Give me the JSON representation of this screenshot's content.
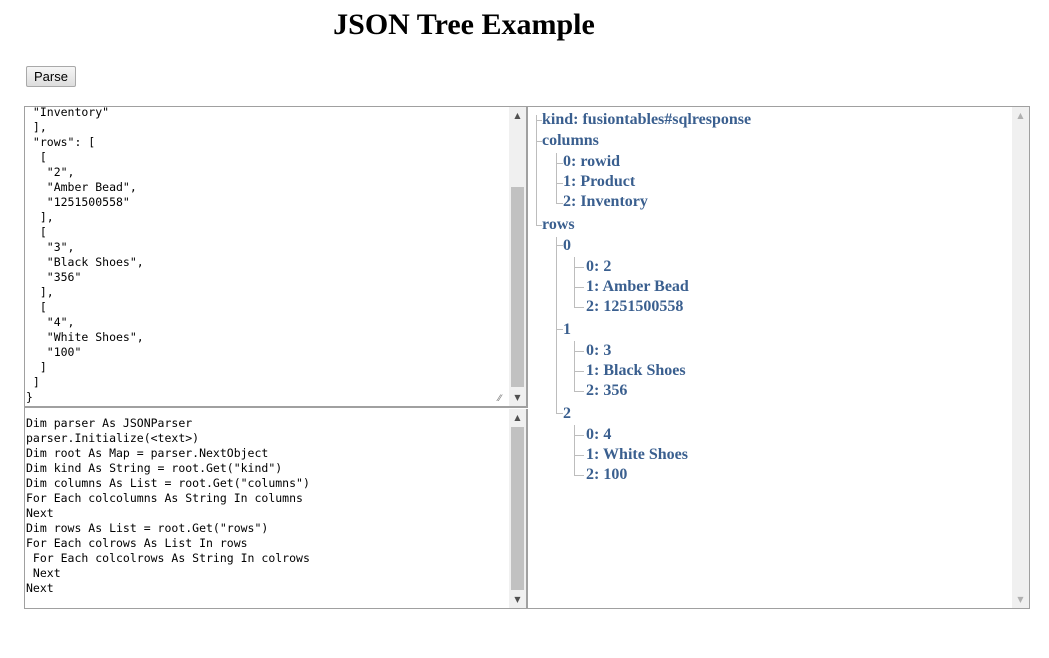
{
  "page": {
    "title": "JSON Tree Example",
    "parse_button": "Parse"
  },
  "json_input": {
    "text": " \"Inventory\"\n ],\n \"rows\": [\n  [\n   \"2\",\n   \"Amber Bead\",\n   \"1251500558\"\n  ],\n  [\n   \"3\",\n   \"Black Shoes\",\n   \"356\"\n  ],\n  [\n   \"4\",\n   \"White Shoes\",\n   \"100\"\n  ]\n ]\n}"
  },
  "code_output": {
    "text": "Dim parser As JSONParser\nparser.Initialize(<text>)\nDim root As Map = parser.NextObject\nDim kind As String = root.Get(\"kind\")\nDim columns As List = root.Get(\"columns\")\nFor Each colcolumns As String In columns\nNext\nDim rows As List = root.Get(\"rows\")\nFor Each colrows As List In rows\n For Each colcolrows As String In colrows\n Next\nNext"
  },
  "tree": {
    "kind": "kind: fusiontables#sqlresponse",
    "columns": "columns",
    "col_0": "0: rowid",
    "col_1": "1: Product",
    "col_2": "2: Inventory",
    "rows": "rows",
    "row0": "0",
    "row0_0": "0: 2",
    "row0_1": "1: Amber Bead",
    "row0_2": "2: 1251500558",
    "row1": "1",
    "row1_0": "0: 3",
    "row1_1": "1: Black Shoes",
    "row1_2": "2: 356",
    "row2": "2",
    "row2_0": "0: 4",
    "row2_1": "1: White Shoes",
    "row2_2": "2: 100"
  }
}
